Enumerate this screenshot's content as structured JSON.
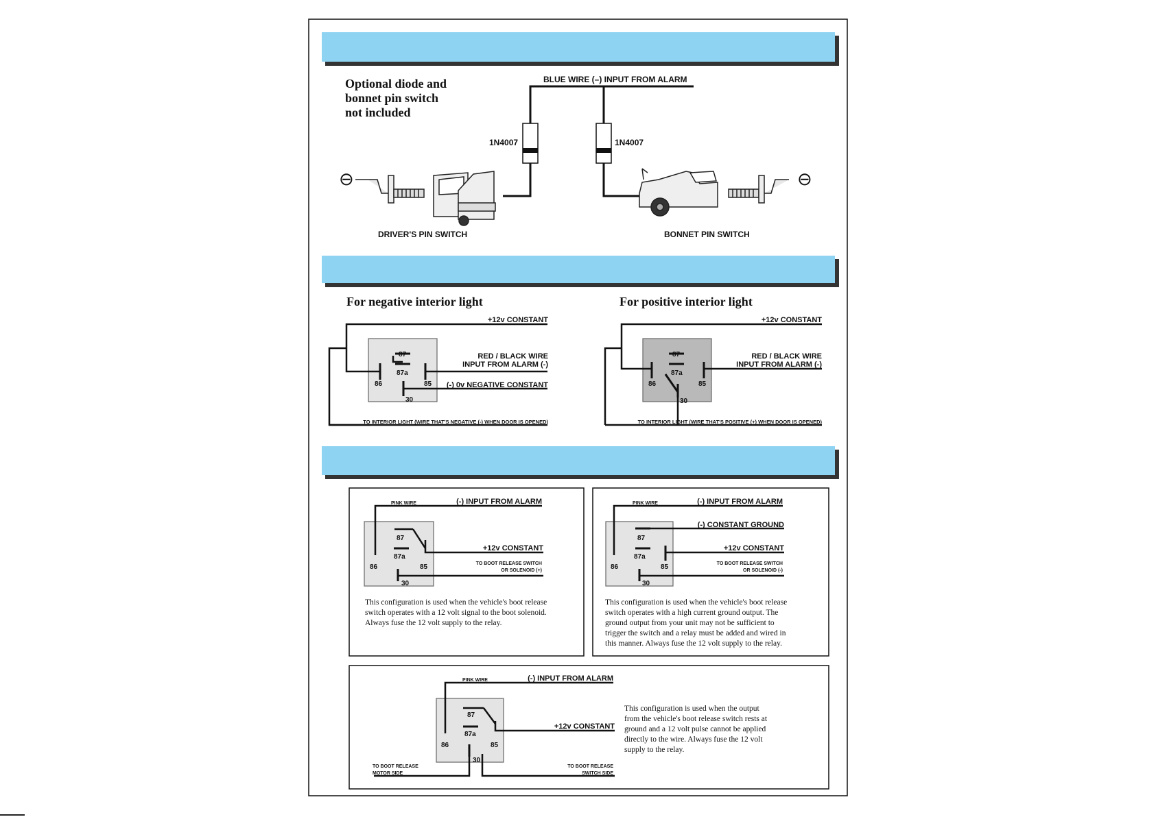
{
  "section1": {
    "note": [
      "Optional diode and",
      "bonnet pin switch",
      "not included"
    ],
    "blue_wire_label": "BLUE WIRE (–) INPUT FROM ALARM",
    "diode_left": "1N4007",
    "diode_right": "1N4007",
    "drivers_label": "DRIVER'S PIN SWITCH",
    "bonnet_label": "BONNET PIN SWITCH",
    "ground_symbol": "⊖"
  },
  "section2": {
    "left": {
      "heading": "For negative interior light",
      "plus12": "+12v CONSTANT",
      "red_black": [
        "RED / BLACK WIRE",
        "INPUT FROM ALARM (-)"
      ],
      "negative_constant": "(-) 0v NEGATIVE CONSTANT",
      "interior_light": "TO INTERIOR LIGHT (WIRE THAT'S NEGATIVE (-) WHEN DOOR IS OPENED)"
    },
    "right": {
      "heading": "For positive interior light",
      "plus12": "+12v CONSTANT",
      "red_black": [
        "RED / BLACK WIRE",
        "INPUT FROM ALARM (-)"
      ],
      "interior_light": "TO INTERIOR LIGHT (WIRE THAT'S POSITIVE (+) WHEN DOOR IS OPENED)"
    }
  },
  "relay_pins": {
    "p87": "87",
    "p87a": "87a",
    "p86": "86",
    "p85": "85",
    "p30": "30"
  },
  "section3": {
    "box_a": {
      "pink_wire": "PINK WIRE",
      "input": "(-) INPUT FROM ALARM",
      "plus12": "+12v CONSTANT",
      "boot": [
        "TO BOOT RELEASE SWITCH",
        "OR SOLENOID (+)"
      ],
      "desc": [
        "This configuration is used when the vehicle's boot release",
        "switch operates with a 12 volt signal to the boot solenoid.",
        "Always fuse the 12 volt supply to the relay."
      ]
    },
    "box_b": {
      "pink_wire": "PINK WIRE",
      "input": "(-) INPUT FROM ALARM",
      "ground": "(-) CONSTANT GROUND",
      "plus12": "+12v CONSTANT",
      "boot": [
        "TO BOOT RELEASE SWITCH",
        "OR SOLENOID (-)"
      ],
      "desc": [
        "This configuration is used when the vehicle's boot release",
        "switch operates with a high current ground output. The",
        "ground output from your unit may not be sufficient to",
        "trigger the switch and a relay must be added and wired in",
        "this manner. Always fuse the 12 volt supply to the relay."
      ]
    },
    "box_c": {
      "pink_wire": "PINK WIRE",
      "input": "(-) INPUT FROM ALARM",
      "plus12": "+12v CONSTANT",
      "motor_side": [
        "TO BOOT RELEASE",
        "MOTOR SIDE"
      ],
      "switch_side": [
        "TO BOOT RELEASE",
        "SWITCH SIDE"
      ],
      "desc": [
        "This configuration is used when the output",
        "from the vehicle's boot release switch rests at",
        "ground and a 12 volt pulse cannot be applied",
        "directly to the wire. Always fuse the 12 volt",
        "supply to the relay."
      ]
    }
  },
  "colors": {
    "banner": "#8fd3f2",
    "relay_light": "#e4e4e4",
    "relay_dark": "#b9b9b9",
    "line": "#111111"
  }
}
